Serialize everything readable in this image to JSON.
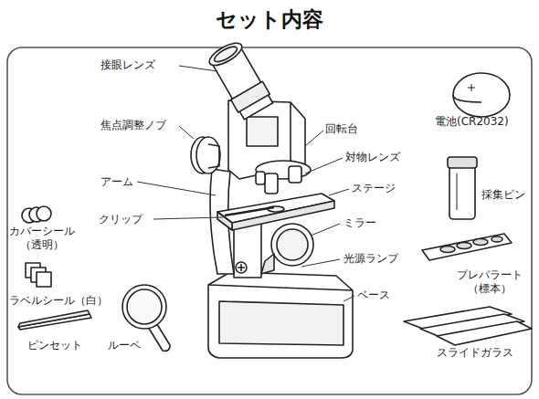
{
  "diagram": {
    "title": "セット内容",
    "labels": [
      "接眼レンズ",
      "焦点調整ノブ",
      "アーム",
      "クリップ",
      "回転台",
      "対物レンズ",
      "ステージ",
      "ミラー",
      "光源ランプ",
      "ベース",
      "電池(CR2032)",
      "採集ビン",
      "プレパラート （標本）",
      "スライドガラス",
      "カバーシール （透明）",
      "ラベルシール（白）",
      "ピンセット",
      "ルーペ"
    ]
  }
}
